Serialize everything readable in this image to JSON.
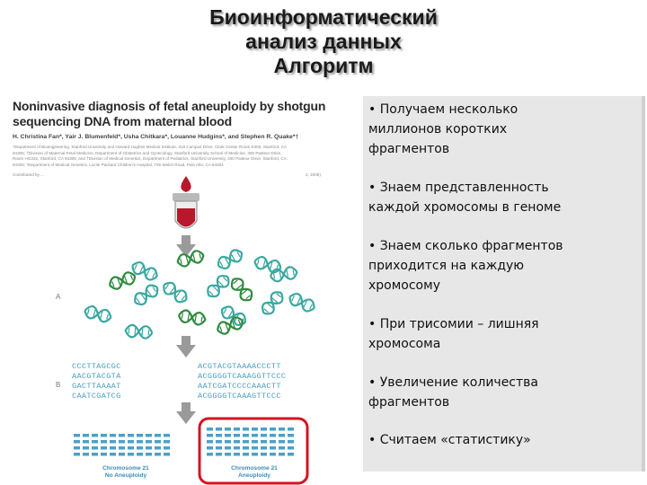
{
  "slide": {
    "title_lines": [
      "Биоинформатический",
      "анализ данных",
      "Алгоритм"
    ]
  },
  "paper": {
    "title_lines": [
      "Noninvasive diagnosis of fetal aneuploidy by shotgun",
      "sequencing DNA from maternal blood"
    ],
    "authors": "H. Christina Fan*, Yair J. Blumenfeld*, Usha Chitkara*, Louanne Hudgins*, and Stephen R. Quake*†",
    "affiliation_lines": [
      "*Department of Bioengineering, Stanford University and Howard Hughes Medical Institute, 318 Campus Drive, Clark Center Room E300, Stanford, CA",
      "94305; †Division of Maternal-Fetal Medicine, Department of Obstetrics and Gynecology, Stanford University School of Medicine, 300 Pasteur Drive,",
      "Room HG332, Stanford, CA 94305; and †Division of Medical Genetics, Department of Pediatrics, Stanford University, 300 Pasteur Drive, Stanford, CA",
      "94305; *Department of Medical Genetics, Lucile Packard Children's Hospital, 725 Welch Road, Palo Alto, CA 94304"
    ],
    "contributed": "Contributed by ...",
    "received": "2, 2008)"
  },
  "figure": {
    "label_a": "A",
    "label_b": "B",
    "seq_left": [
      "CCCTTAGCGC",
      "AACGTACGTA",
      "GACTTAAAAT",
      "CAATCGATCG"
    ],
    "seq_right": [
      "ACGTACGTAAAACCCTT",
      "ACGGGGTCAAAGGTTCCC",
      "AATCGATCCCCAAACTT",
      "ACGGGGTCAAAGTTCCC"
    ],
    "chromosome_left": {
      "name": "Chromosome 21",
      "status": "No Aneuploidy"
    },
    "chromosome_right": {
      "name": "Chromosome 21",
      "status": "Aneuploidy"
    },
    "colors": {
      "dna_teal": "#3aa7a0",
      "dna_green": "#2f8a3e",
      "blood_red": "#b7182a",
      "highlight_red": "#d4141f",
      "bar_blue": "#4ba0c8",
      "arrow_gray": "#9a9a9a"
    }
  },
  "bullets": [
    {
      "lines": [
        "• Получаем несколько",
        "миллионов коротких",
        "фрагментов"
      ]
    },
    {
      "lines": [
        "• Знаем представленность",
        "каждой хромосомы в геноме"
      ]
    },
    {
      "lines": [
        "• Знаем сколько фрагментов",
        "приходится на каждую",
        "хромосому"
      ]
    },
    {
      "lines": [
        "• При трисомии – лишняя",
        "хромосома"
      ]
    },
    {
      "lines": [
        "• Увеличение количества",
        "фрагментов"
      ]
    },
    {
      "lines": [
        "• Считаем «статистику»"
      ]
    }
  ]
}
